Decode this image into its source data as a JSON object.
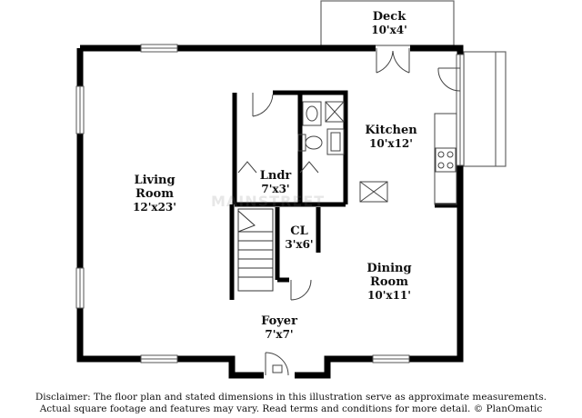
{
  "rooms": {
    "deck": {
      "name": "Deck",
      "dims": "10'x4'"
    },
    "kitchen": {
      "name": "Kitchen",
      "dims": "10'x12'"
    },
    "living": {
      "name1": "Living",
      "name2": "Room",
      "dims": "12'x23'"
    },
    "laundry": {
      "name": "Lndr",
      "dims": "7'x3'"
    },
    "closet": {
      "name": "CL",
      "dims": "3'x6'"
    },
    "dining": {
      "name1": "Dining",
      "name2": "Room",
      "dims": "10'x11'"
    },
    "foyer": {
      "name": "Foyer",
      "dims": "7'x7'"
    }
  },
  "watermark": "MAINSTREET",
  "disclaimer": {
    "line1": "Disclaimer: The floor plan and stated dimensions in this illustration serve as approximate measurements.",
    "line2": "Actual square footage and features may vary. Read terms and conditions for more detail. © PlanOmatic"
  },
  "colors": {
    "wall": "#000000",
    "thin": "#555555",
    "background": "#ffffff"
  }
}
